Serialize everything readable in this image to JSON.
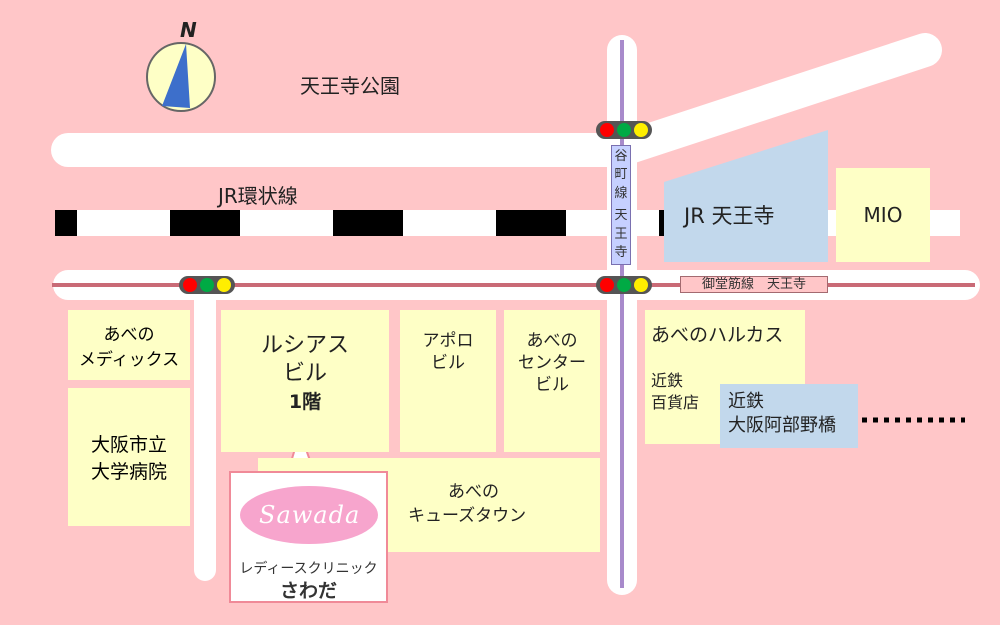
{
  "compass": {
    "north_label": "N"
  },
  "colors": {
    "background": "#ffc6c8",
    "road": "#ffffff",
    "building": "#feffc6",
    "station": "#c2d8ec",
    "subway_line": "#a88acb",
    "rail_dark": "#000000",
    "signal_red": "#ff0000",
    "signal_green": "#00aa44",
    "signal_yellow": "#ffee00",
    "logo_pink": "#f7a5cd",
    "logo_border": "#f08a98"
  },
  "landmarks": {
    "park": "天王寺公園",
    "jr_loop_line": "JR環状線",
    "jr_tennoji": "JR 天王寺",
    "mio": "MIO",
    "tanimachi_line": [
      "谷",
      "町",
      "線",
      "",
      "天",
      "王",
      "寺"
    ],
    "midosuji_line": "御堂筋線　天王寺"
  },
  "buildings": {
    "medix": [
      "あべの",
      "メディックス"
    ],
    "hospital": [
      "大阪市立",
      "大学病院"
    ],
    "lucias": [
      "ルシアス",
      "ビル",
      "1階"
    ],
    "apollo": [
      "アポロ",
      "ビル"
    ],
    "center": [
      "あべの",
      "センター",
      "ビル"
    ],
    "q_town": [
      "あべの",
      "キューズタウン"
    ],
    "harukas": "あべのハルカス",
    "kintetsu_dept": [
      "近鉄",
      "百貨店"
    ],
    "kintetsu_station": [
      "近鉄",
      "大阪阿部野橋"
    ]
  },
  "clinic": {
    "logo_text": "Sawada",
    "name_line1": "レディースクリニック",
    "name_line2": "さわだ"
  }
}
